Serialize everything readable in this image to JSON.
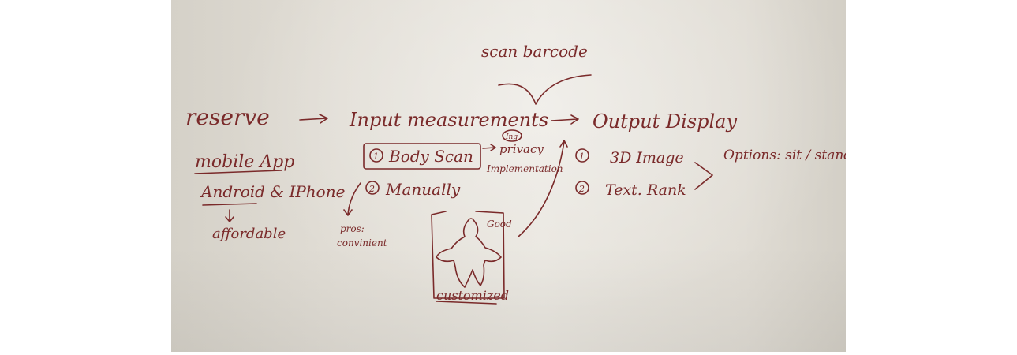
{
  "whiteboard": {
    "scan_barcode": "scan barcode",
    "reserve": "reserve",
    "input_measurements": "Input measurements",
    "output_display": "Output Display",
    "mobile_app": "mobile App",
    "android_iphone": "Android & IPhone",
    "affordable": "affordable",
    "body_scan": "Body Scan",
    "body_scan_num": "1",
    "manually": "Manually",
    "manually_num": "2",
    "privacy": "privacy",
    "privacy_note": "Ing",
    "implementation": "Implementation",
    "image_3d": "3D Image",
    "image_3d_num": "1",
    "text_rank": "Text. Rank",
    "text_rank_num": "2",
    "options": "Options: sit / stand",
    "pros": "pros:",
    "convenient": "convinient",
    "good": "Good",
    "customized": "customized"
  }
}
